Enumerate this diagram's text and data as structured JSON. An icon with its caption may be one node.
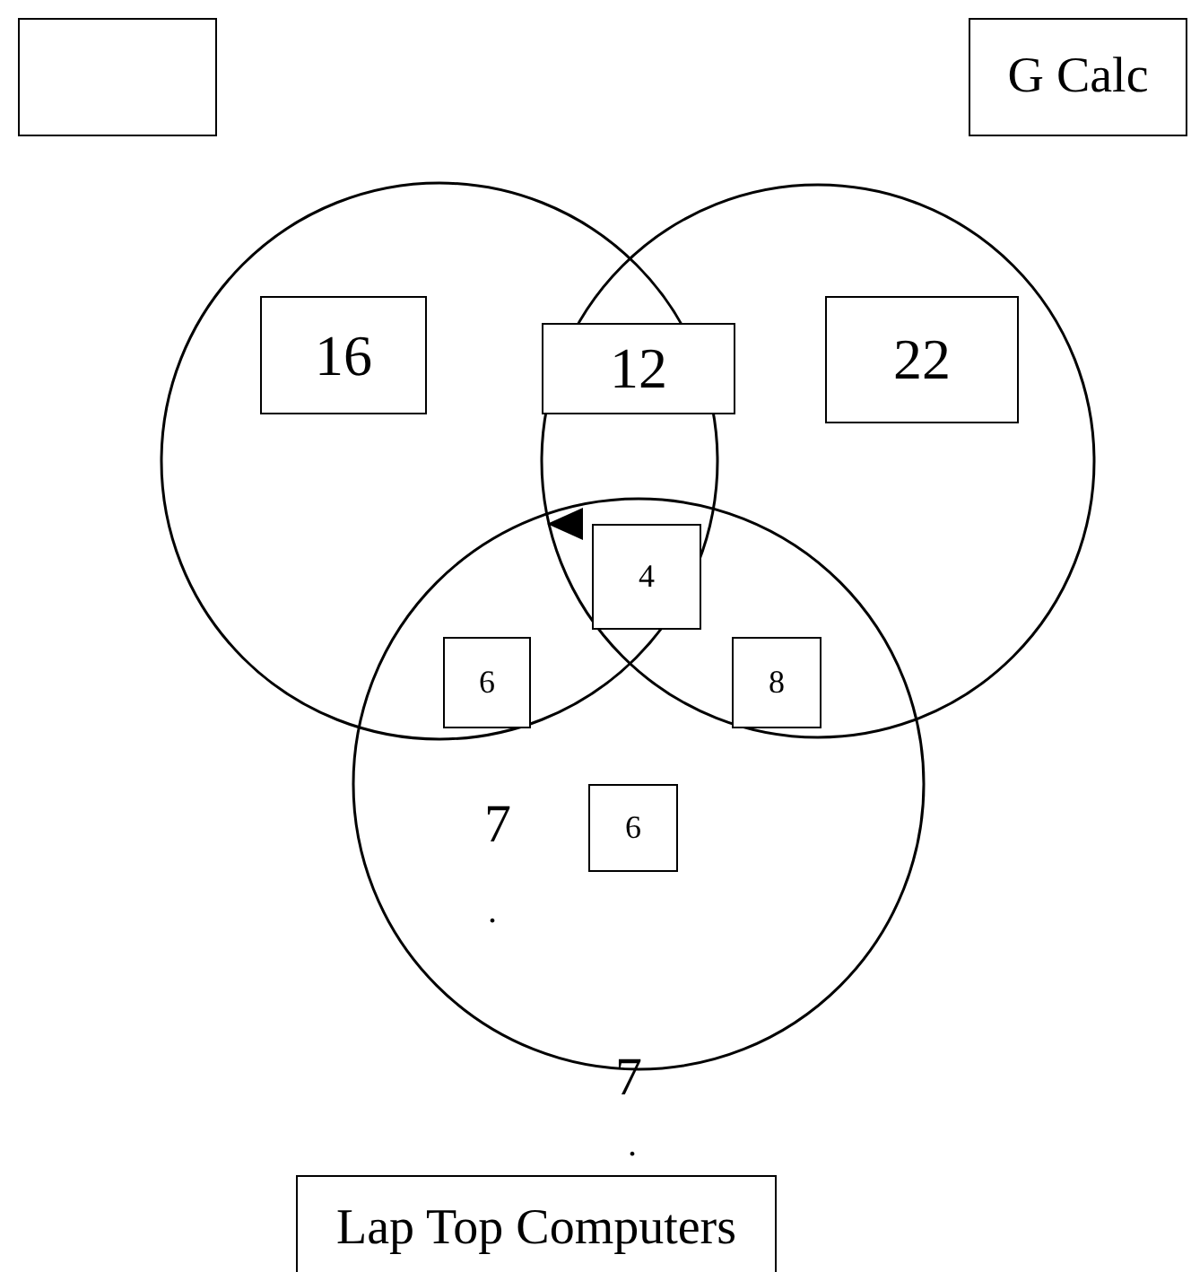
{
  "diagram": {
    "nodes": [
      {
        "text": [],
        "shape": "box"
      },
      {
        "text": [
          "G Calc"
        ]
      },
      {
        "text": [
          "16"
        ]
      },
      {
        "text": [
          "12"
        ]
      },
      {
        "text": [
          "22"
        ]
      },
      {
        "text": [
          "4"
        ]
      },
      {
        "text": [
          "6"
        ]
      },
      {
        "text": [
          "8"
        ]
      },
      {
        "text": [
          "6"
        ]
      },
      {
        "text": [
          "Lap Top Computers"
        ]
      }
    ],
    "edges": [],
    "labels": [
      "7",
      ".",
      "7",
      "."
    ]
  }
}
